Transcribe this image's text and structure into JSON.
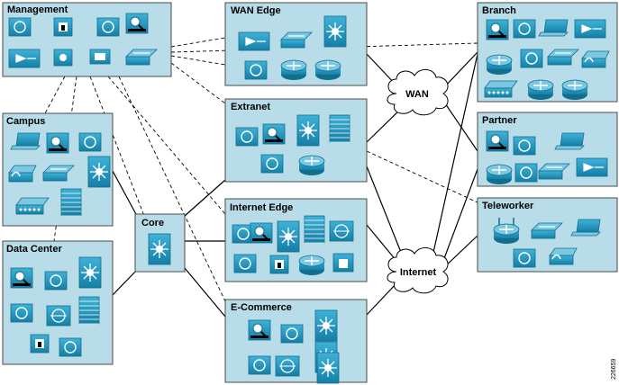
{
  "diagram": {
    "modules": {
      "management": "Management",
      "campus": "Campus",
      "data_center": "Data Center",
      "core": "Core",
      "wan_edge": "WAN Edge",
      "extranet": "Extranet",
      "internet_edge": "Internet Edge",
      "ecommerce": "E-Commerce",
      "branch": "Branch",
      "partner": "Partner",
      "teleworker": "Teleworker"
    },
    "clouds": {
      "wan": "WAN",
      "internet": "Internet"
    },
    "figure_number": "226659"
  },
  "colors": {
    "module_fill": "#b9dde8",
    "module_stroke": "#4a4a4a",
    "device_fill": "#1f9ac2",
    "device_light": "#7cc8e2",
    "device_dark": "#106e8e",
    "cloud_fill": "#ffffff",
    "line": "#000000"
  },
  "devices": {
    "management": [
      "server-icon",
      "tape-library-icon",
      "server-icon",
      "ids-sensor-icon",
      "content-switch-icon",
      "workstation-icon",
      "pc-icon",
      "switch-icon"
    ],
    "wan_edge": [
      "content-switch-icon",
      "switch-icon",
      "multilayer-switch-icon",
      "server-icon",
      "router-icon",
      "router-icon"
    ],
    "extranet": [
      "server-icon",
      "ids-sensor-icon",
      "multilayer-switch-icon",
      "firewall-icon",
      "server-icon",
      "router-icon"
    ],
    "internet_edge": [
      "server-icon",
      "ids-sensor-icon",
      "multilayer-switch-icon",
      "firewall-icon",
      "vpn-concentrator-icon",
      "server-icon",
      "tape-library-icon",
      "router-icon",
      "lock-server-icon"
    ],
    "ecommerce": [
      "ids-sensor-icon",
      "server-icon",
      "multilayer-switch-icon",
      "multilayer-switch-icon",
      "server-icon",
      "vpn-concentrator-icon",
      "multilayer-switch-icon"
    ],
    "core": [
      "multilayer-switch-icon"
    ],
    "campus": [
      "laptop-icon",
      "ids-sensor-icon",
      "server-icon",
      "ip-phone-icon",
      "switch-icon",
      "multilayer-switch-icon",
      "access-point-bar-icon",
      "firewall-icon"
    ],
    "data_center": [
      "ids-sensor-icon",
      "server-icon",
      "multilayer-switch-icon",
      "server-icon",
      "vpn-concentrator-icon",
      "firewall-icon",
      "tape-library-icon",
      "server-icon"
    ],
    "branch": [
      "ids-sensor-icon",
      "server-icon",
      "laptop-icon",
      "content-switch-icon",
      "router-icon",
      "server-icon",
      "switch-icon",
      "ip-phone-icon",
      "access-point-bar-icon",
      "router-icon",
      "router-icon"
    ],
    "partner": [
      "ids-sensor-icon",
      "server-icon",
      "laptop-icon",
      "router-icon",
      "server-icon",
      "switch-icon",
      "content-switch-icon"
    ],
    "teleworker": [
      "wireless-router-icon",
      "switch-icon",
      "laptop-icon",
      "server-icon",
      "ip-phone-icon"
    ]
  }
}
